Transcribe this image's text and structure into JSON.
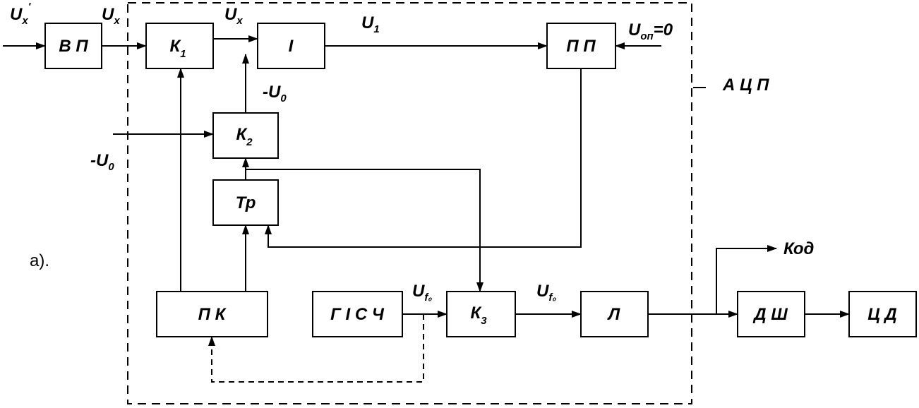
{
  "blocks": {
    "vp": {
      "label": "В П"
    },
    "k1": {
      "label": "К",
      "sub": "1"
    },
    "integ": {
      "label": "І"
    },
    "pp": {
      "label": "П П"
    },
    "k2": {
      "label": "К",
      "sub": "2"
    },
    "tr": {
      "label": "Тр"
    },
    "pk": {
      "label": "П К"
    },
    "gisch": {
      "label": "Г І С Ч"
    },
    "k3": {
      "label": "К",
      "sub": "3"
    },
    "l": {
      "label": "Л"
    },
    "dsh": {
      "label": "Д Ш"
    },
    "tsd": {
      "label": "Ц Д"
    }
  },
  "signals": {
    "ux_in": {
      "main": "U",
      "sub": "x",
      "sup": "'"
    },
    "ux_vp": {
      "main": "U",
      "sub": "x"
    },
    "ux_k1": {
      "main": "U",
      "sub": "x"
    },
    "u1": {
      "main": "U",
      "sub": "1"
    },
    "uop": {
      "main": "U",
      "sub": "оп",
      "tail": "=0"
    },
    "minus_u0_top": {
      "main": "-U",
      "sub": "0"
    },
    "minus_u0_left": {
      "main": "-U",
      "sub": "0"
    },
    "uf0_a": {
      "main": "U",
      "sub": "f₀"
    },
    "uf0_b": {
      "main": "U",
      "sub": "f₀"
    },
    "kod": {
      "main": "Код"
    }
  },
  "adc_label": "А Ц П",
  "panel_label": "а)."
}
